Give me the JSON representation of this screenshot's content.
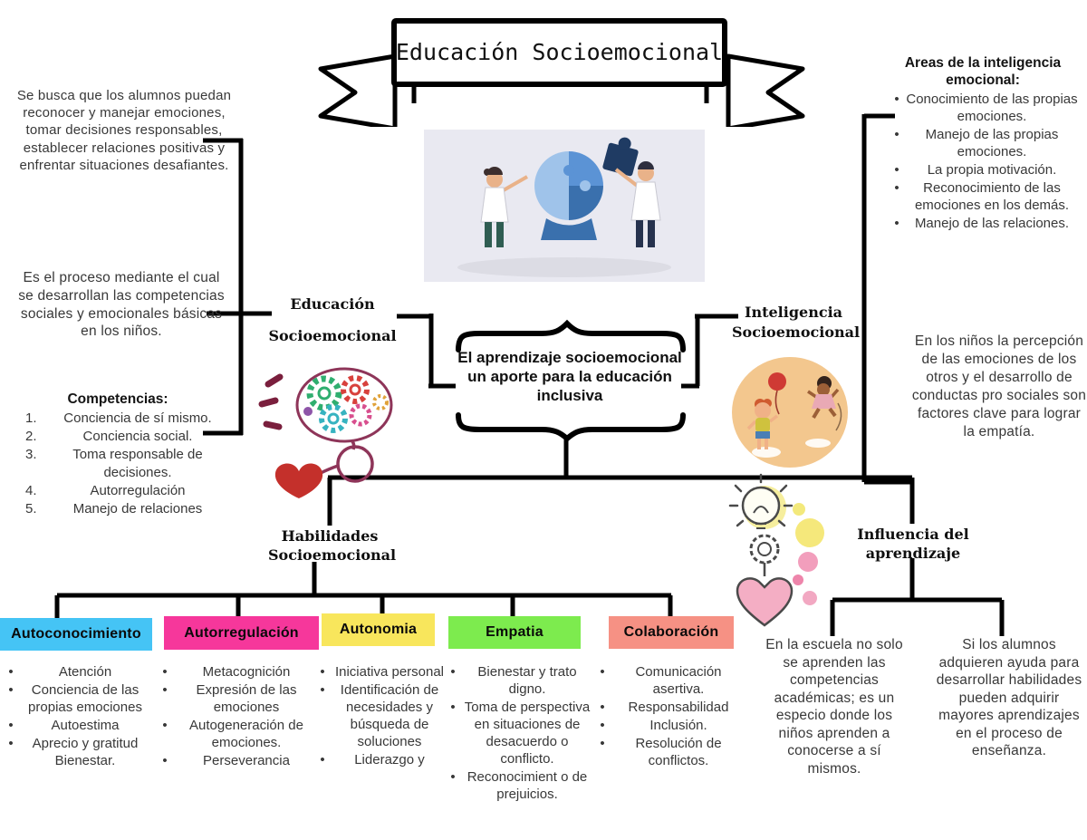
{
  "banner": {
    "title": "Educación Socioemocional"
  },
  "bullet_char": "•",
  "left_column": {
    "goal_text": "Se busca que los alumnos puedan reconocer y manejar emociones, tomar decisiones responsables, establecer relaciones positivas y enfrentar situaciones desafiantes.",
    "process_text": "Es el proceso mediante el cual se desarrollan las competencias sociales y emocionales básicas en los niños.",
    "competencias_heading": "Competencias:",
    "competencias": [
      {
        "num": "1.",
        "text": "Conciencia de sí mismo."
      },
      {
        "num": "2.",
        "text": "Conciencia social."
      },
      {
        "num": "3.",
        "text": "Toma responsable de decisiones."
      },
      {
        "num": "4.",
        "text": "Autorregulación"
      },
      {
        "num": "5.",
        "text": "Manejo de relaciones"
      }
    ]
  },
  "center": {
    "node_label_line1": "Educación",
    "node_label_line2": "Socioemocional",
    "main_idea": "El aprendizaje socioemocional un aporte para la educación inclusiva"
  },
  "right_column": {
    "node_label_line1": "Inteligencia",
    "node_label_line2": "Socioemocional",
    "areas_heading": "Areas de la inteligencia emocional:",
    "areas": [
      "Conocimiento de las propias emociones.",
      "Manejo de las propias emociones.",
      "La propia motivación.",
      "Reconocimiento de las emociones en los demás.",
      "Manejo de las relaciones."
    ],
    "empathy_text": "En los niños la percepción de las emociones de los otros y el desarrollo de conductas pro sociales son factores clave para lograr la empatía."
  },
  "habilidades": {
    "node_label_line1": "Habilidades",
    "node_label_line2": "Socioemocional",
    "categories": [
      {
        "label": "Autoconocimiento",
        "color": "#45c4f5",
        "points": [
          "Atención",
          "Conciencia de las propias emociones",
          "Autoestima",
          "Aprecio y gratitud Bienestar."
        ]
      },
      {
        "label": "Autorregulación",
        "color": "#f6379b",
        "points": [
          "Metacognición",
          "Expresión de las emociones",
          "Autogeneración de emociones.",
          "Perseverancia"
        ]
      },
      {
        "label": "Autonomia",
        "color": "#f8e65c",
        "points": [
          "Iniciativa personal",
          "Identificación de necesidades y búsqueda de soluciones",
          "Liderazgo y"
        ]
      },
      {
        "label": "Empatia",
        "color": "#7deb4e",
        "points": [
          "Bienestar y trato digno.",
          "Toma de perspectiva en situaciones de desacuerdo o conflicto.",
          "Reconocimient o de prejuicios."
        ]
      },
      {
        "label": "Colaboración",
        "color": "#f69184",
        "points": [
          "Comunicación asertiva.",
          "Responsabilidad",
          "Inclusión.",
          "Resolución de conflictos."
        ]
      }
    ]
  },
  "influencia": {
    "node_label_line1": "Influencia del",
    "node_label_line2": "aprendizaje",
    "school_text": "En la escuela no solo se aprenden las competencias académicas; es un especio donde los niños aprenden a conocerse a sí mismos.",
    "learning_text": "Si los alumnos adquieren ayuda para desarrollar habilidades pueden adquirir mayores aprendizajes en el proceso de enseñanza."
  },
  "illustrations": {
    "center": "people-assembling-puzzle-head",
    "left": "brain-with-gears-and-heart",
    "right": "children-playing-in-circle",
    "bottom_right": "lightbulb-gear-heart"
  }
}
